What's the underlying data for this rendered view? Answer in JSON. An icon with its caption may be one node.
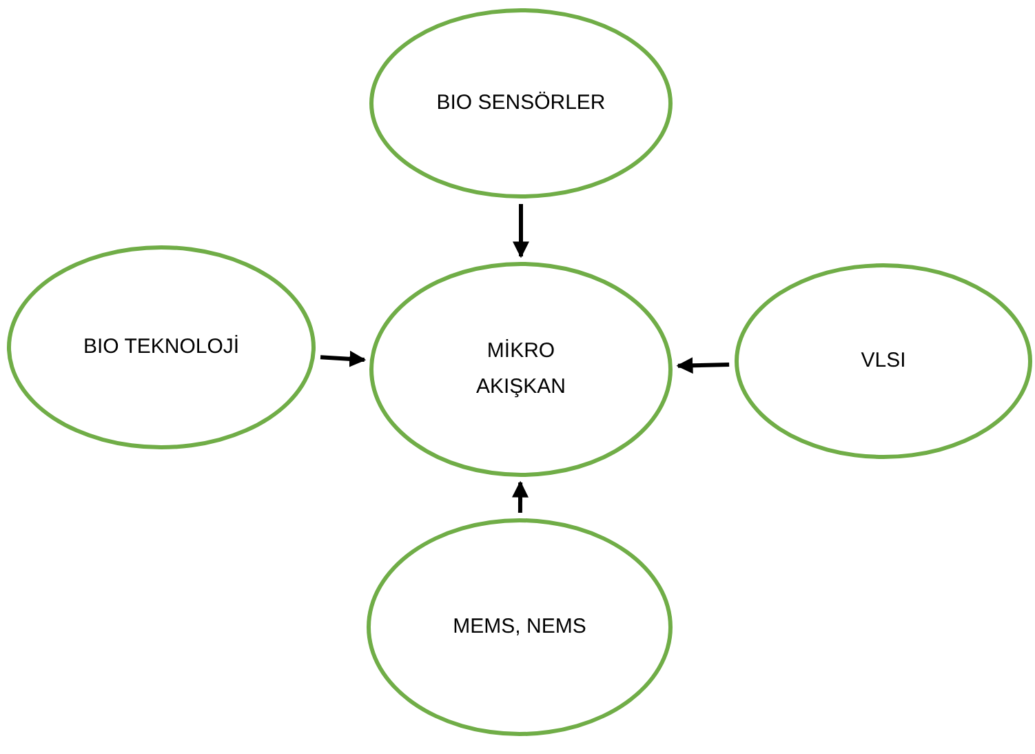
{
  "diagram": {
    "nodes": [
      {
        "text": [
          "BIO SENSÖRLER"
        ]
      },
      {
        "text": [
          "BIO TEKNOLOJİ"
        ]
      },
      {
        "text": [
          "MİKRO AKIŞKAN"
        ]
      },
      {
        "text": [
          "VLSI"
        ]
      },
      {
        "text": [
          "MEMS, NEMS"
        ]
      }
    ],
    "edges": [
      {
        "from": 0,
        "to": 2,
        "arrow": "to"
      },
      {
        "from": 1,
        "to": 2,
        "arrow": "to"
      },
      {
        "from": 3,
        "to": 2,
        "arrow": "to"
      },
      {
        "from": 4,
        "to": 2,
        "arrow": "to"
      }
    ]
  }
}
